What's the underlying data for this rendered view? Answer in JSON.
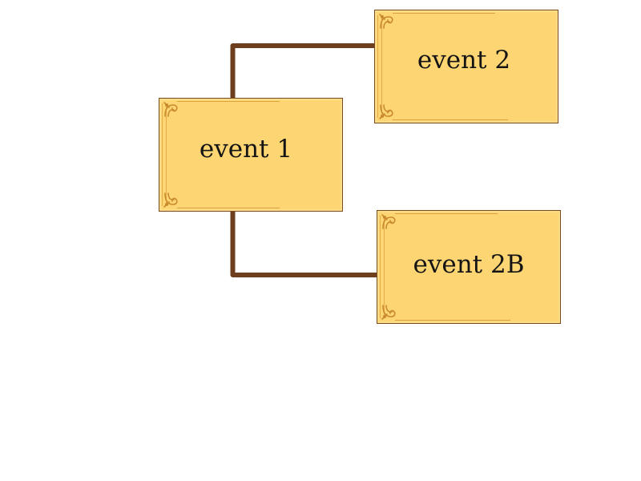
{
  "diagram": {
    "nodes": [
      {
        "id": "event-1",
        "label": "event 1"
      },
      {
        "id": "event-2",
        "label": "event 2"
      },
      {
        "id": "event-2b",
        "label": "event 2B"
      }
    ],
    "edges": [
      {
        "from": "event-1",
        "to": "event-2"
      },
      {
        "from": "event-1",
        "to": "event-2b"
      }
    ]
  },
  "colors": {
    "node_fill": "#fdd673",
    "node_border": "#7a4a22",
    "connector": "#6e3f1e",
    "ornament": "#c98b2c",
    "text": "#141414",
    "background": "#ffffff"
  },
  "icons": {
    "corner_ornament": "ornamental-corner-icon"
  }
}
